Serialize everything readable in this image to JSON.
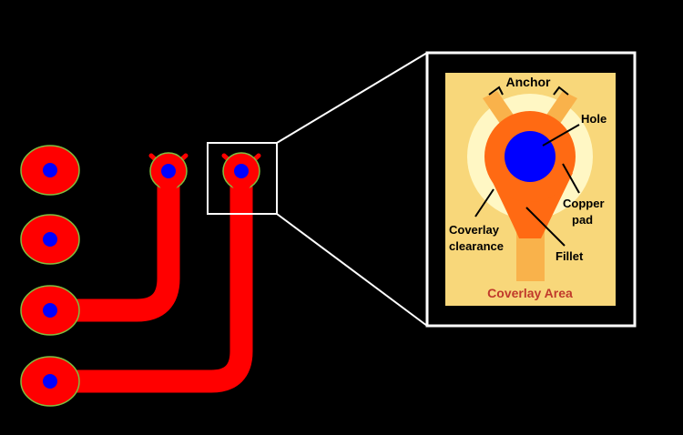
{
  "labels": {
    "anchor": "Anchor",
    "hole": "Hole",
    "copper_pad_line1": "Copper",
    "copper_pad_line2": "pad",
    "coverlay_clearance_line1": "Coverlay",
    "coverlay_clearance_line2": "clearance",
    "fillet": "Fillet",
    "coverlay_area": "Coverlay Area"
  },
  "colors": {
    "background": "#000000",
    "trace": "#ff0000",
    "pad_outline": "#7fbf3f",
    "hole": "#0000ff",
    "coverlay_area": "#f8d77a",
    "clearance": "#fff7c4",
    "copper_pad": "#ff6a13",
    "fillet": "#f9b24b",
    "coverlay_text": "#c0392b",
    "frame": "#ffffff"
  }
}
